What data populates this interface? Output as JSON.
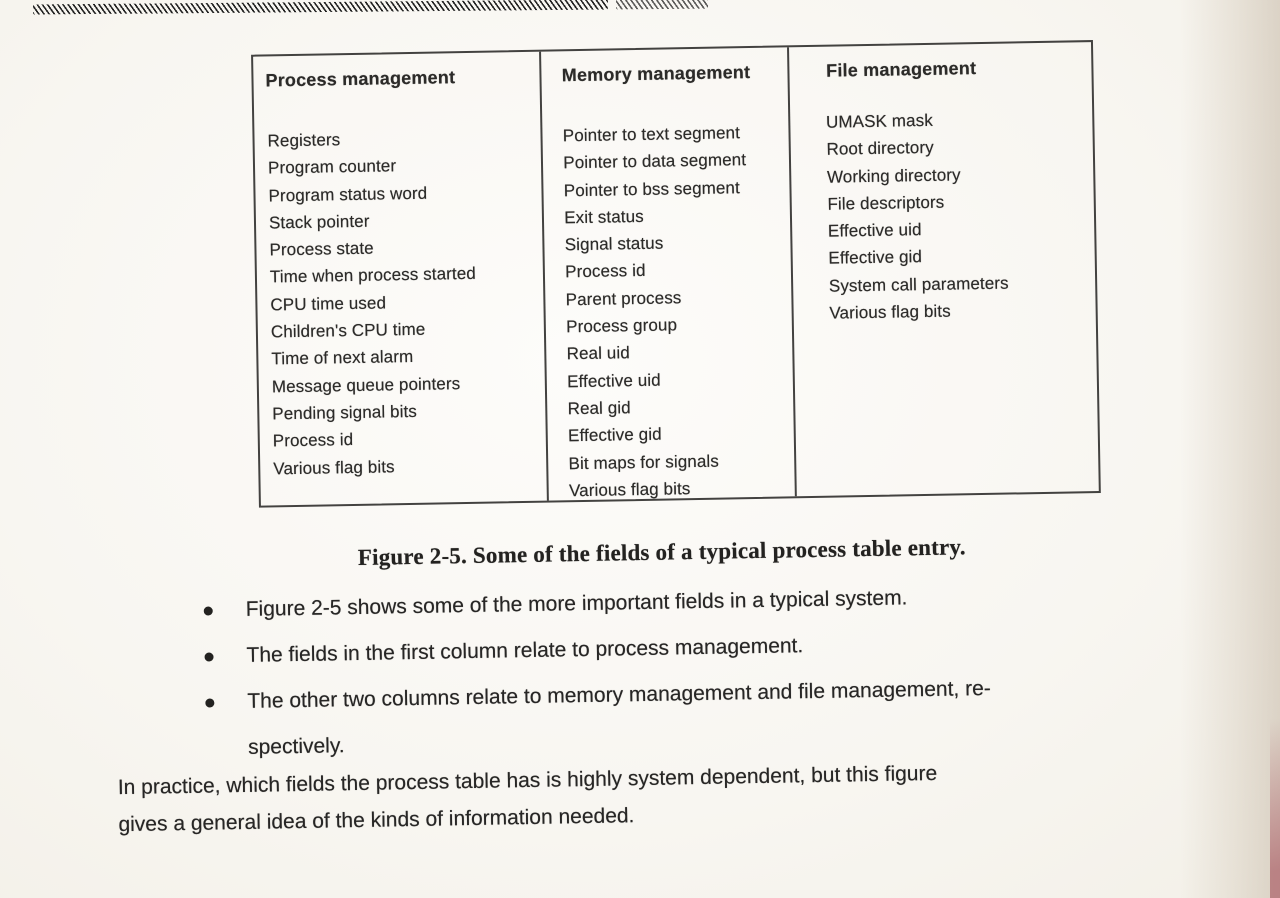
{
  "page": {
    "ink_color": "#2c2b29",
    "background_color": "#f8f6f1",
    "caption": "Figure 2-5. Some of the fields of a typical process table entry.",
    "bullets": [
      "Figure 2-5 shows some of the more important fields in a typical system.",
      "The fields in the first column relate to process management.",
      "The other two columns relate to memory management and file management, re-\nspectively."
    ],
    "paragraph": "In practice, which fields the process table has is highly system dependent, but this figure\ngives a general idea of the kinds of information needed."
  },
  "table": {
    "columns": [
      {
        "header": "Process management",
        "items": [
          "Registers",
          "Program counter",
          "Program status word",
          "Stack pointer",
          "Process state",
          "Time when process started",
          "CPU time used",
          "Children's CPU time",
          "Time of next alarm",
          "Message queue pointers",
          "Pending signal bits",
          "Process id",
          "Various flag bits"
        ]
      },
      {
        "header": "Memory management",
        "items": [
          "Pointer to text segment",
          "Pointer to data segment",
          "Pointer to bss segment",
          "Exit status",
          "Signal status",
          "Process id",
          "Parent process",
          "Process group",
          "Real uid",
          "Effective uid",
          "Real gid",
          "Effective gid",
          "Bit maps for signals",
          "Various flag bits"
        ]
      },
      {
        "header": "File management",
        "items": [
          "UMASK mask",
          "Root directory",
          "Working directory",
          "File descriptors",
          "Effective uid",
          "Effective gid",
          "System call parameters",
          "Various flag bits"
        ]
      }
    ]
  }
}
